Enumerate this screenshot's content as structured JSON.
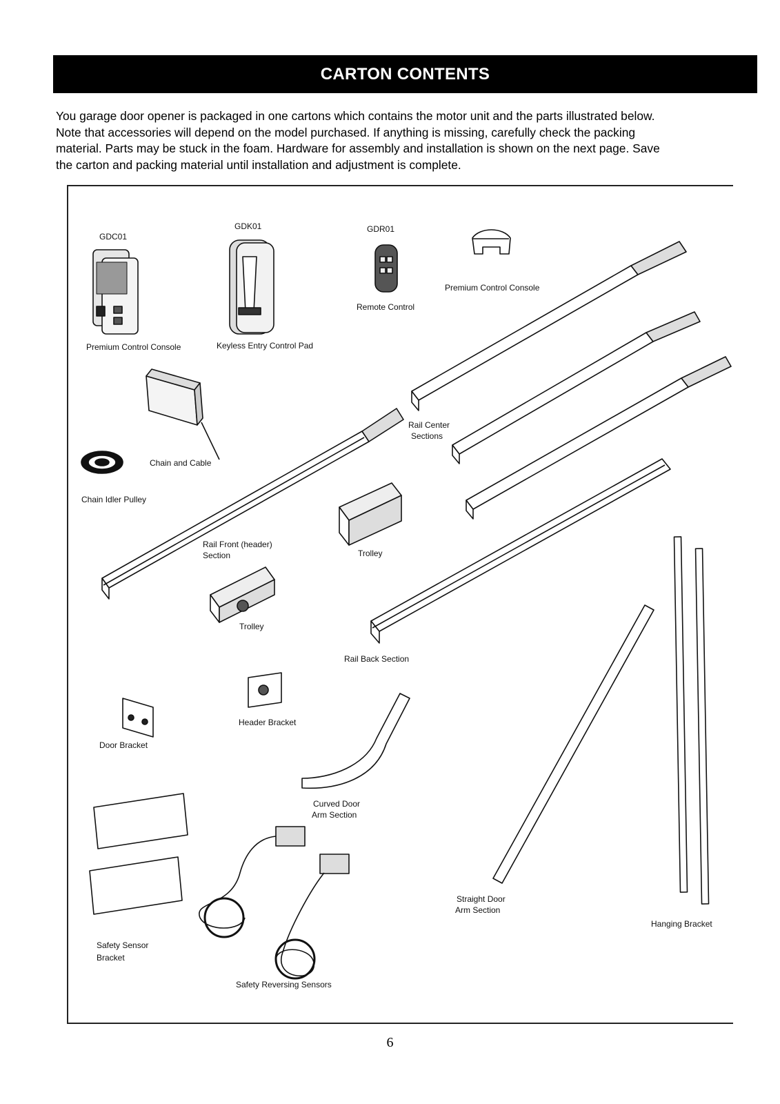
{
  "header": {
    "title": "CARTON CONTENTS"
  },
  "intro": {
    "lines": [
      "You garage door opener is packaged in one cartons which contains the motor unit and the parts illustrated below.",
      "Note that accessories will depend on the model purchased. If anything is missing, carefully check the packing",
      "material. Parts may be stuck in the foam. Hardware for assembly and installation is shown on the next page. Save",
      "the carton and packing material until installation and adjustment is complete."
    ]
  },
  "figure": {
    "labels": {
      "gdc01_code": "GDC01",
      "gdk01_code": "GDK01",
      "gdr01_code": "GDR01",
      "premium_console_left": "Premium Control Console",
      "keyless_pad": "Keyless Entry Control Pad",
      "remote_control": "Remote Control",
      "premium_console_right": "Premium Control Console",
      "chain_cable": "Chain and Cable",
      "idler_pulley": "Chain Idler Pulley",
      "rail_center_1": "Rail Center",
      "rail_center_2": "Sections",
      "rail_front_1": "Rail Front (header)",
      "rail_front_2": "Section",
      "trolley_upper": "Trolley",
      "trolley_lower": "Trolley",
      "rail_back": "Rail Back Section",
      "header_bracket": "Header Bracket",
      "door_bracket": "Door Bracket",
      "curved_arm_1": "Curved Door",
      "curved_arm_2": "Arm Section",
      "straight_arm_1": "Straight Door",
      "straight_arm_2": "Arm Section",
      "hanging_bracket": "Hanging Bracket",
      "sensor_bracket_1": "Safety Sensor",
      "sensor_bracket_2": "Bracket",
      "reversing_sensors": "Safety Reversing Sensors"
    }
  },
  "page_number": "6"
}
